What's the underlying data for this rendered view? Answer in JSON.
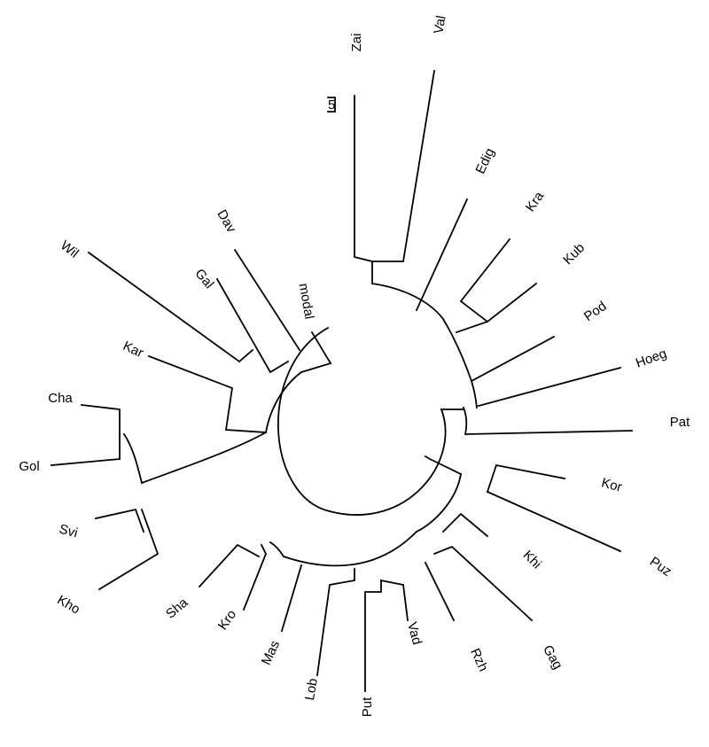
{
  "scale_bar": {
    "label": "5"
  },
  "leaves": [
    {
      "id": "zai",
      "label": "Zai"
    },
    {
      "id": "val",
      "label": "Val"
    },
    {
      "id": "edig",
      "label": "Edig"
    },
    {
      "id": "kra",
      "label": "Kra"
    },
    {
      "id": "kub",
      "label": "Kub"
    },
    {
      "id": "pod",
      "label": "Pod"
    },
    {
      "id": "hoeg",
      "label": "Hoeg"
    },
    {
      "id": "pat",
      "label": "Pat"
    },
    {
      "id": "kor",
      "label": "Kor"
    },
    {
      "id": "puz",
      "label": "Puz"
    },
    {
      "id": "khi",
      "label": "Khi"
    },
    {
      "id": "gag",
      "label": "Gag"
    },
    {
      "id": "rzh",
      "label": "Rzh"
    },
    {
      "id": "vad",
      "label": "Vad"
    },
    {
      "id": "put",
      "label": "Put"
    },
    {
      "id": "lob",
      "label": "Lob"
    },
    {
      "id": "mas",
      "label": "Mas"
    },
    {
      "id": "kro",
      "label": "Kro"
    },
    {
      "id": "sha",
      "label": "Sha"
    },
    {
      "id": "kho",
      "label": "Kho"
    },
    {
      "id": "svi",
      "label": "Svi"
    },
    {
      "id": "gol",
      "label": "Gol"
    },
    {
      "id": "cha",
      "label": "Cha"
    },
    {
      "id": "kar",
      "label": "Kar"
    },
    {
      "id": "wil",
      "label": "Wil"
    },
    {
      "id": "gal",
      "label": "Gal"
    },
    {
      "id": "dav",
      "label": "Dav"
    },
    {
      "id": "modal",
      "label": "modal"
    }
  ]
}
